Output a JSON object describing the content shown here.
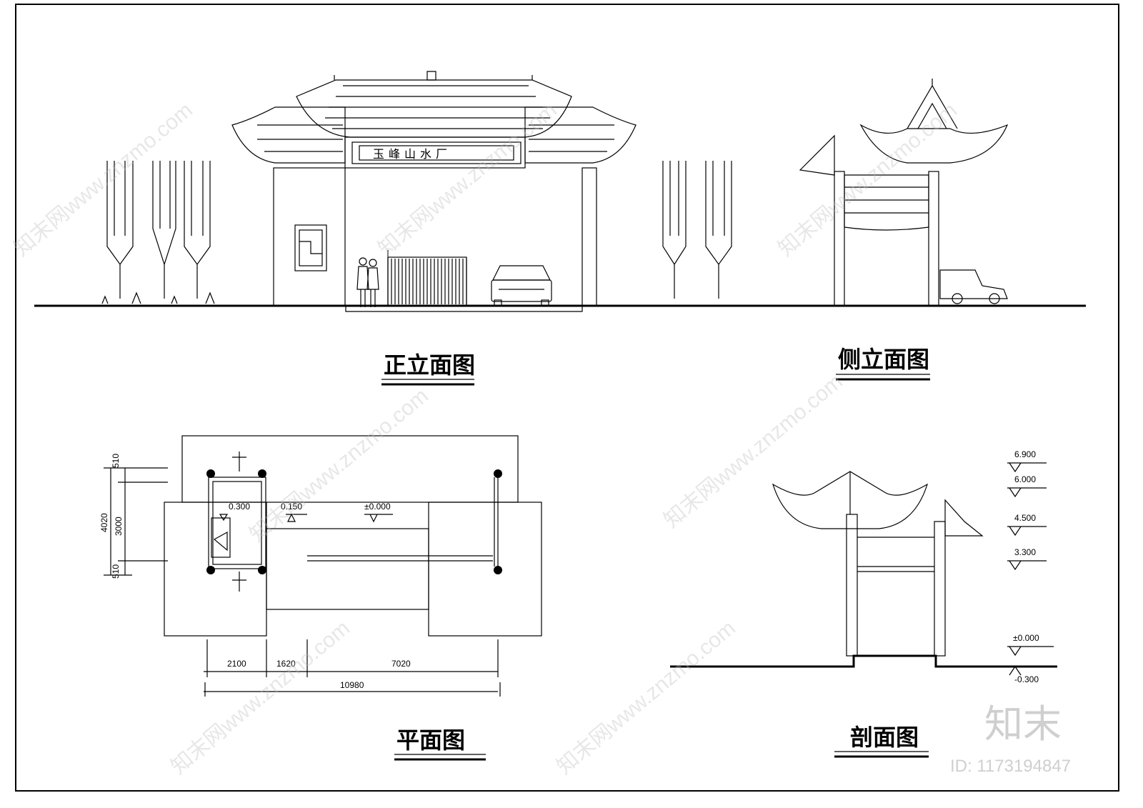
{
  "drawings": {
    "front_elevation": {
      "title": "正立面图",
      "sign_text": "玉峰山水厂"
    },
    "side_elevation": {
      "title": "侧立面图"
    },
    "plan": {
      "title": "平面图",
      "dims_vertical": [
        "510",
        "4020",
        "3000",
        "510"
      ],
      "dims_horizontal": [
        "2100",
        "1620",
        "7020"
      ],
      "dim_total": "10980",
      "levels": [
        "0.300",
        "0.150",
        "±0.000"
      ]
    },
    "section": {
      "title": "剖面图",
      "levels": [
        "6.900",
        "6.000",
        "4.500",
        "3.300",
        "±0.000",
        "-0.300"
      ]
    }
  },
  "watermark": {
    "text": "知末网www.znzmo.com",
    "logo": "知末",
    "id": "ID: 1173194847"
  }
}
